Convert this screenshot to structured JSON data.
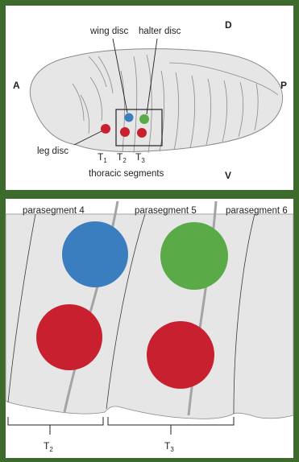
{
  "frame": {
    "color": "#3d6b2c"
  },
  "colors": {
    "wing": "#3a7ec0",
    "haltere": "#5aab48",
    "leg": "#c8202f",
    "body_fill": "#e6e6e6",
    "body_stroke": "#8a8a8a",
    "boundary_gray": "#a4a4a4"
  },
  "top": {
    "axis": {
      "anterior": "A",
      "posterior": "P",
      "dorsal": "D",
      "ventral": "V"
    },
    "labels": {
      "wing_disc": "wing disc",
      "haltere_disc": "halter disc",
      "leg_disc": "leg disc",
      "thoracic_segments": "thoracic segments"
    },
    "segments": [
      {
        "letter": "T",
        "num": "1"
      },
      {
        "letter": "T",
        "num": "2"
      },
      {
        "letter": "T",
        "num": "3"
      }
    ]
  },
  "bottom": {
    "parasegments": [
      "parasegment 4",
      "parasegment 5",
      "parasegment 6"
    ],
    "segments": [
      {
        "letter": "T",
        "num": "2"
      },
      {
        "letter": "T",
        "num": "3"
      }
    ]
  }
}
